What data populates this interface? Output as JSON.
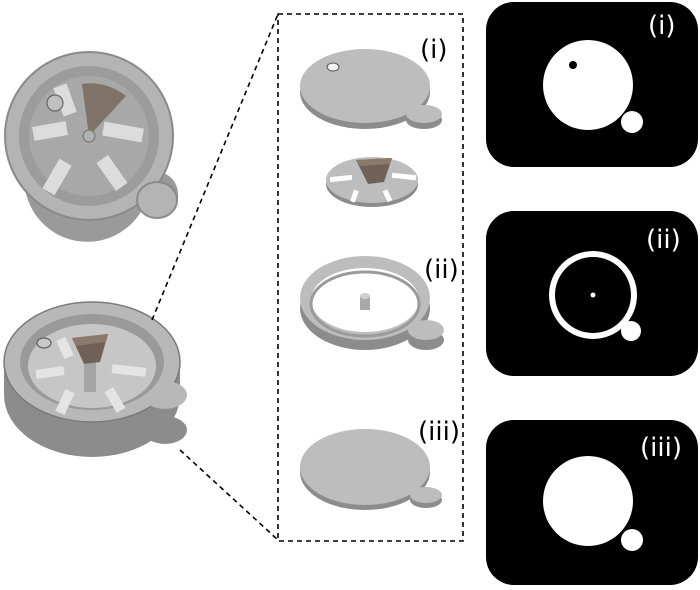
{
  "exploded_labels": {
    "layer_1": "(i)",
    "layer_2": "(ii)",
    "layer_3": "(iii)"
  },
  "mask_labels": {
    "mask_1": "(i)",
    "mask_2": "(ii)",
    "mask_3": "(iii)"
  },
  "colors": {
    "part_top": "#bdbdbd",
    "part_side": "#8f8f8f",
    "part_light": "#d9d9d9",
    "wedge": "#7a6a5d",
    "mask_bg": "#000000",
    "mask_fg": "#ffffff"
  }
}
